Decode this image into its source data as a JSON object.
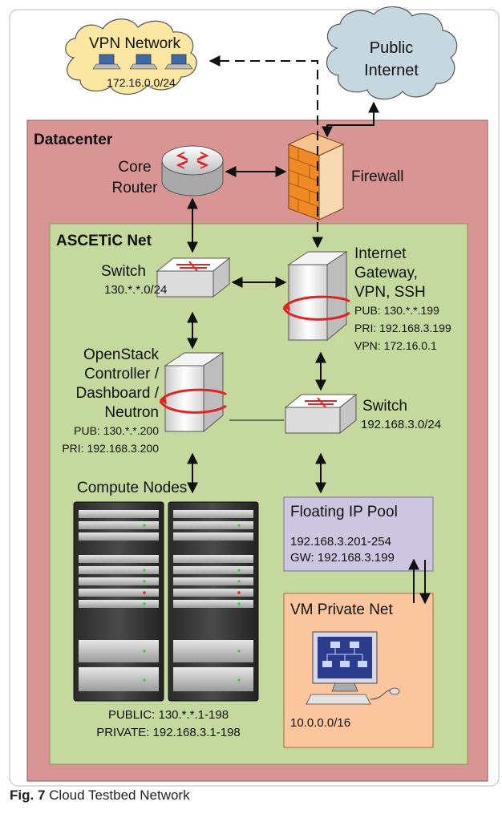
{
  "labels": {
    "vpn_network": "VPN Network",
    "vpn_subnet": "172.16.0.0/24",
    "public_internet_1": "Public",
    "public_internet_2": "Internet",
    "datacenter": "Datacenter",
    "core_router_1": "Core",
    "core_router_2": "Router",
    "firewall": "Firewall",
    "ascetic_net": "ASCETiC Net",
    "switch_top": "Switch",
    "switch_top_subnet": "130.*.*.0/24",
    "gateway_1": "Internet",
    "gateway_2": "Gateway,",
    "gateway_3": "VPN, SSH",
    "gateway_pub": "PUB: 130.*.*.199",
    "gateway_pri": "PRI: 192.168.3.199",
    "gateway_vpn": "VPN: 172.16.0.1",
    "controller_1": "OpenStack",
    "controller_2": "Controller /",
    "controller_3": "Dashboard /",
    "controller_4": "Neutron",
    "controller_pub": "PUB: 130.*.*.200",
    "controller_pri": "PRI: 192.168.3.200",
    "switch_bottom": "Switch",
    "switch_bottom_subnet": "192.168.3.0/24",
    "compute_nodes": "Compute Nodes",
    "floating_ip_pool": "Floating IP Pool",
    "floating_range": "192.168.3.201-254",
    "floating_gw": "GW: 192.168.3.199",
    "vm_private_net": "VM Private Net",
    "vm_subnet": "10.0.0.0/16",
    "compute_public": "PUBLIC: 130.*.*.1-198",
    "compute_private": "PRIVATE: 192.168.3.1-198"
  },
  "caption": {
    "fig": "Fig. 7",
    "text": "Cloud Testbed Network"
  },
  "colors": {
    "datacenter_fill": "#d89594",
    "ascetic_fill": "#c5d89e",
    "vpn_cloud_fill": "#fbe7a2",
    "internet_cloud_fill": "#c5d7df",
    "floating_fill": "#cdc6e0",
    "vm_fill": "#fbc69d",
    "firewall_orange": "#f08a24",
    "arrow_red": "#e32222"
  }
}
